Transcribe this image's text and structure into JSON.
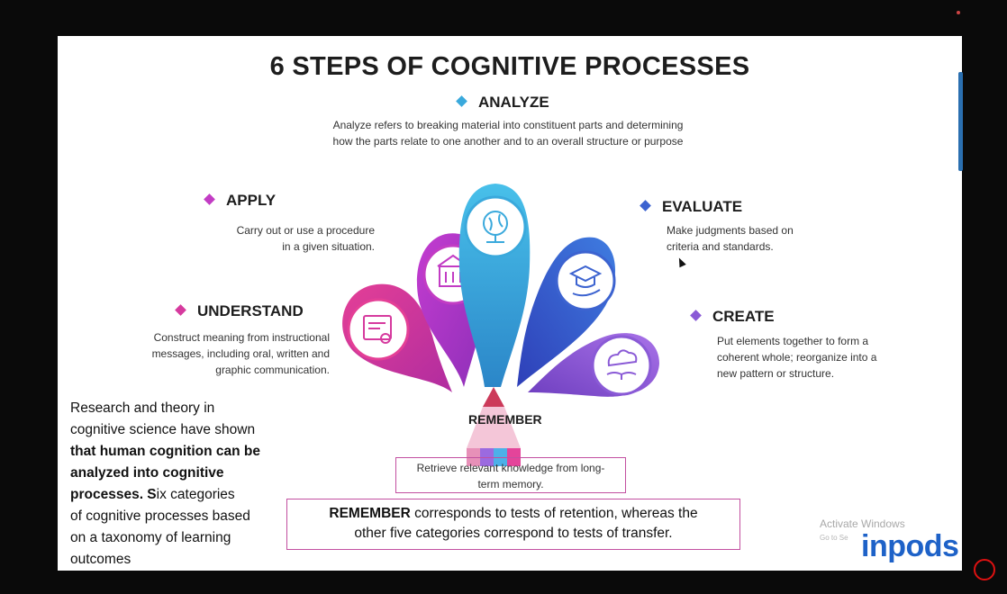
{
  "title": "6 STEPS OF COGNITIVE PROCESSES",
  "analyze": {
    "heading": "ANALYZE",
    "lines": [
      "Analyze refers to breaking material into constituent parts and determining",
      "how the parts relate to one another and to an overall structure or purpose"
    ]
  },
  "apply": {
    "heading": "APPLY",
    "lines": [
      "Carry out or use a procedure",
      "in a given situation."
    ]
  },
  "evaluate": {
    "heading": "EVALUATE",
    "lines": [
      "Make judgments based on",
      "criteria and standards."
    ]
  },
  "understand": {
    "heading": "UNDERSTAND",
    "lines": [
      "Construct meaning from instructional",
      "messages, including oral, written and",
      "graphic communication."
    ]
  },
  "create": {
    "heading": "CREATE",
    "lines": [
      "Put elements together to form a",
      "coherent whole; reorganize into a",
      "new pattern or structure."
    ]
  },
  "remember": {
    "heading": "REMEMBER",
    "lines": [
      "Retrieve relevant knowledge from long-",
      "term memory."
    ]
  },
  "research": {
    "l1": "Research and theory in",
    "l2": "cognitive science have shown",
    "l3_bold": "that human cognition can be",
    "l4_bold": "analyzed into cognitive",
    "l5_bold": "processes. S",
    "l5_rest": "ix categories",
    "l6": "of cognitive processes based",
    "l7": "on a taxonomy of learning",
    "l8": "outcomes"
  },
  "bottom_note": {
    "bold": "REMEMBER",
    "rest": " corresponds to tests of retention, whereas the",
    "line2": "other five categories correspond to tests of transfer."
  },
  "watermark": {
    "title": "Activate Windows",
    "subtitle": "Go to Se"
  },
  "logo": "inpods",
  "colors": {
    "understand": "#d63a9e",
    "apply": "#c23cc4",
    "analyze": "#3aa9dc",
    "evaluate": "#3c63d0",
    "create": "#8a5ad6",
    "border": "#c24fa0",
    "logo": "#1e62c8"
  },
  "icons": [
    "certificate-icon",
    "building-icon",
    "globe-icon",
    "graduation-cap-icon",
    "book-cloud-icon"
  ]
}
